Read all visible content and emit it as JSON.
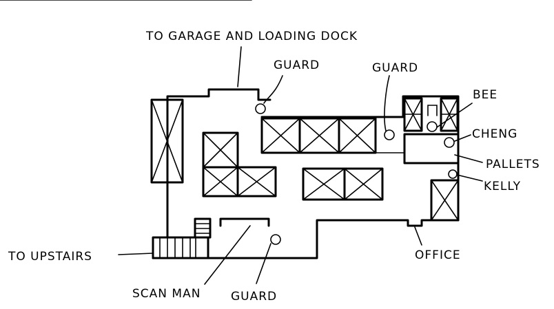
{
  "labels": {
    "garage": "TO GARAGE AND LOADING DOCK",
    "guard_top_left": "GUARD",
    "guard_top_right": "GUARD",
    "bee": "BEE",
    "cheng": "CHENG",
    "pallets": "PALLETS",
    "kelly": "KELLY",
    "upstairs": "TO UPSTAIRS",
    "office": "OFFICE",
    "scan_man": "SCAN MAN",
    "guard_bottom": "GUARD"
  }
}
